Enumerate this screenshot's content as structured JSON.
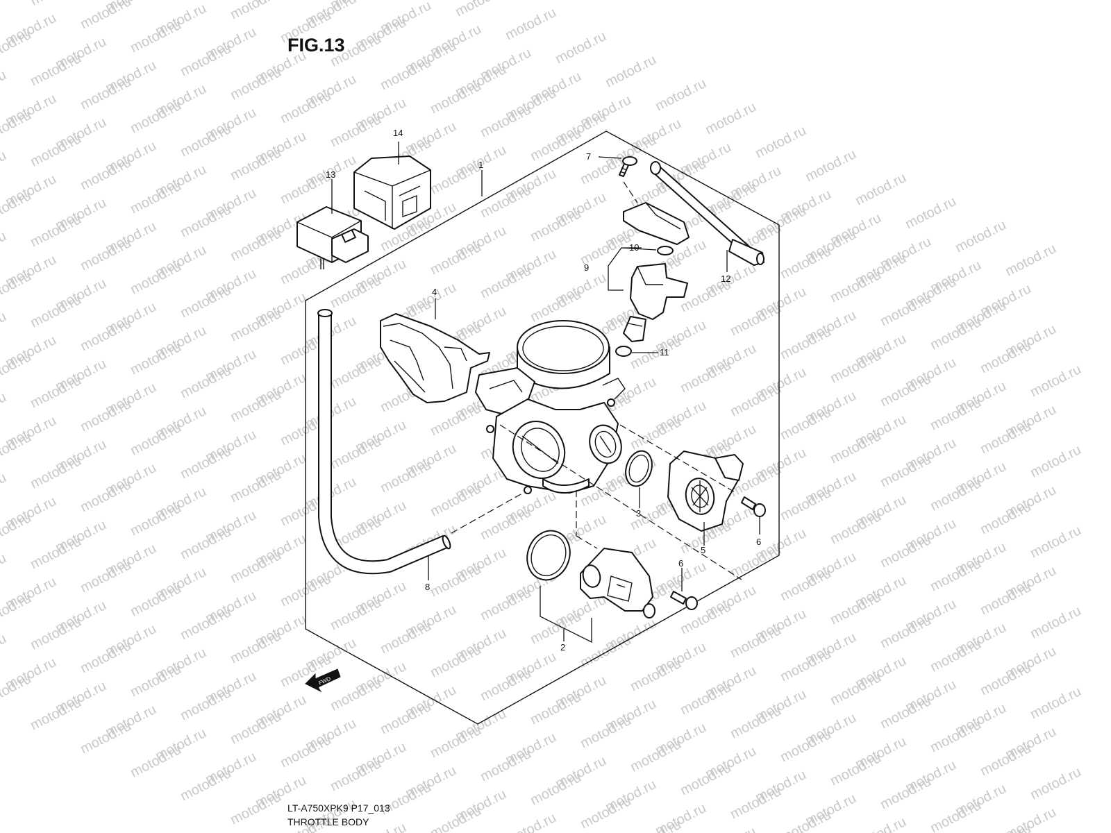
{
  "figure": {
    "title": "FIG.13",
    "model_code": "LT-A750XPK9 P17_013",
    "section_name": "THROTTLE BODY",
    "watermark": "motod.ru",
    "fwd_label": "FWD"
  },
  "callouts": [
    {
      "id": "1",
      "label": "1"
    },
    {
      "id": "2",
      "label": "2"
    },
    {
      "id": "3",
      "label": "3"
    },
    {
      "id": "4",
      "label": "4"
    },
    {
      "id": "5",
      "label": "5"
    },
    {
      "id": "6a",
      "label": "6"
    },
    {
      "id": "6b",
      "label": "6"
    },
    {
      "id": "7",
      "label": "7"
    },
    {
      "id": "8",
      "label": "8"
    },
    {
      "id": "9",
      "label": "9"
    },
    {
      "id": "10",
      "label": "10"
    },
    {
      "id": "11",
      "label": "11"
    },
    {
      "id": "12",
      "label": "12"
    },
    {
      "id": "13",
      "label": "13"
    },
    {
      "id": "14",
      "label": "14"
    }
  ]
}
